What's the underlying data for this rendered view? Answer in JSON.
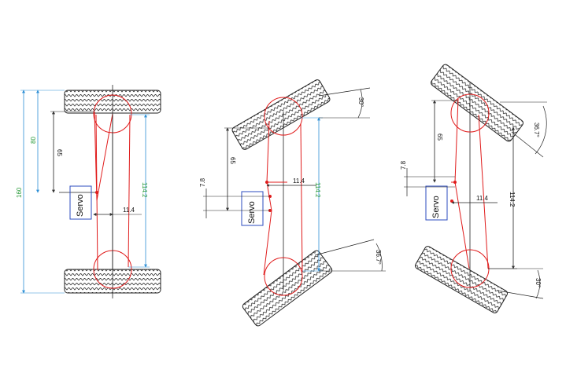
{
  "diagram": {
    "colors": {
      "outline": "#222222",
      "linkage": "#e01b1b",
      "dimension_blue": "#2d8fd6",
      "dimension_green": "#2a9a3a",
      "servo_box": "#2b4bbf"
    },
    "view_straight": {
      "servo_label": "Servo",
      "dim_total": "160",
      "dim_half": "80",
      "dim_arm": "65",
      "dim_offset": "11.4",
      "dim_link": "114.2"
    },
    "view_left": {
      "servo_label": "Servo",
      "dim_small": "7.8",
      "dim_arm": "65",
      "dim_offset": "11.4",
      "dim_link": "114.2",
      "angle_outer": "30°",
      "angle_inner": "36.7°"
    },
    "view_right": {
      "servo_label": "Servo",
      "dim_small": "7.8",
      "dim_arm": "65",
      "dim_offset": "11.4",
      "dim_link": "114.2",
      "angle_inner": "36.7°",
      "angle_outer": "30°"
    }
  }
}
